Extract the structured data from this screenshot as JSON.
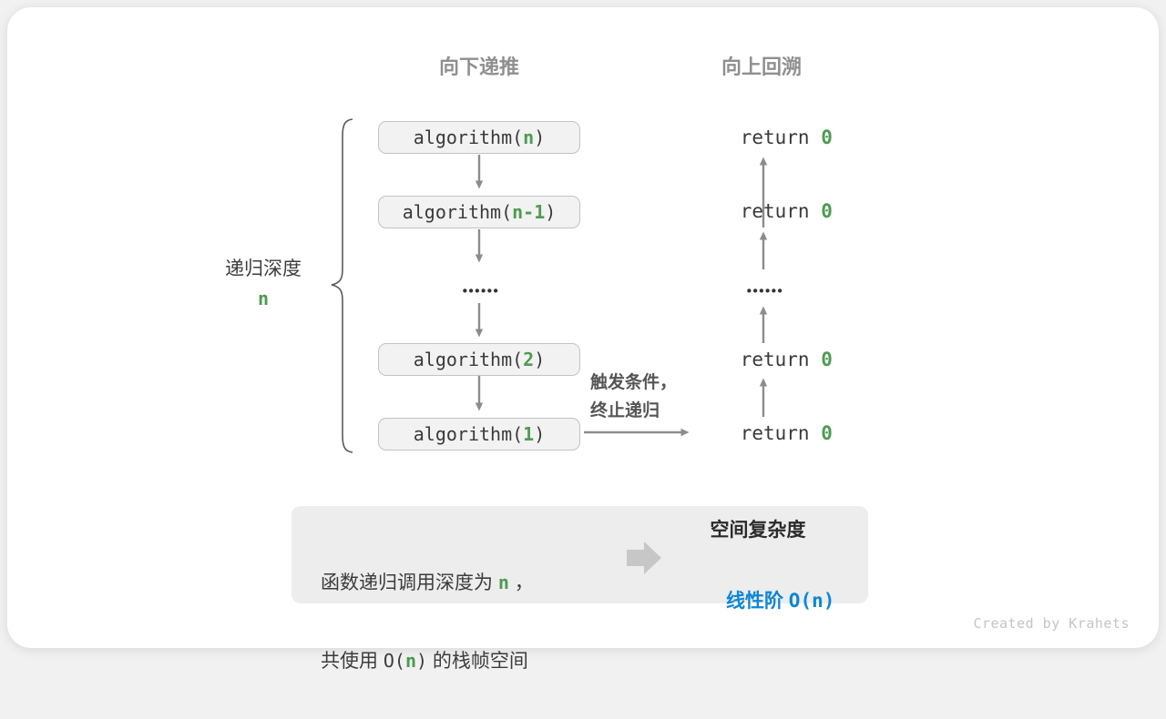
{
  "headers": {
    "descend": "向下递推",
    "backtrack": "向上回溯"
  },
  "depth_label": {
    "text": "递归深度",
    "value": "n"
  },
  "stack": [
    {
      "pre": "algorithm(",
      "arg": "n",
      "post": ")"
    },
    {
      "pre": "algorithm(",
      "arg": "n-1",
      "post": ")"
    },
    {
      "pre": "algorithm(",
      "arg": "2",
      "post": ")"
    },
    {
      "pre": "algorithm(",
      "arg": "1",
      "post": ")"
    }
  ],
  "dots": {
    "left": "••••••",
    "right": "••••••"
  },
  "returns": [
    {
      "kw": "return ",
      "val": "0"
    },
    {
      "kw": "return ",
      "val": "0"
    },
    {
      "kw": "return ",
      "val": "0"
    },
    {
      "kw": "return ",
      "val": "0"
    }
  ],
  "trigger": {
    "line1": "触发条件，",
    "line2": "终止递归"
  },
  "summary": {
    "l1a": "函数递归调用深度为 ",
    "l1n": "n",
    "l1b": " ，",
    "l2a": "共使用 ",
    "l2o": "O(",
    "l2n": "n",
    "l2c": ")",
    "l2b": " 的栈帧空间",
    "result_title": "空间复杂度",
    "result_cn": "线性阶 ",
    "result_big_o": "O(n)"
  },
  "watermark": "Created by Krahets",
  "colors": {
    "green": "#4e9b52",
    "blue": "#0e86d4",
    "arrow_gray": "#8c8c8c",
    "header_gray": "#8f8f8f",
    "box_bg": "#f2f2f2",
    "box_border": "#c3c3c3",
    "summary_bg": "#ededed",
    "block_arrow": "#c7c7c7",
    "text_dark": "#3a3a3a"
  }
}
